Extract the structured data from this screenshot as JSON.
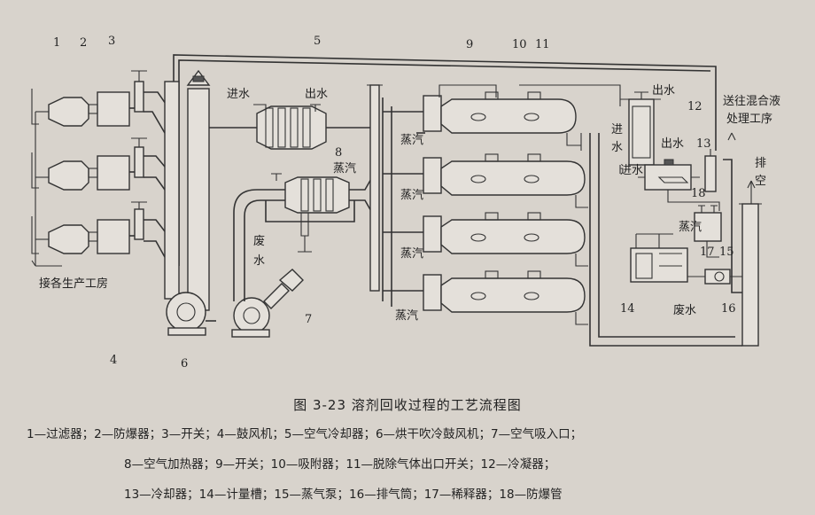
{
  "labels": {
    "n1": "1",
    "n2": "2",
    "n3": "3",
    "n4": "4",
    "n5": "5",
    "n6": "6",
    "n7": "7",
    "n8": "8",
    "n9": "9",
    "n10": "10",
    "n11": "11",
    "n12": "12",
    "n13": "13",
    "n14": "14",
    "n15": "15",
    "n16": "16",
    "n17": "17",
    "n18": "18",
    "water_in": "进水",
    "water_out": "出水",
    "steam": "蒸汽",
    "waste_water_1": "废",
    "waste_water_2": "水",
    "to_mixing_1": "送往混合液",
    "to_mixing_2": "处理工序",
    "vent_1": "排",
    "vent_2": "空",
    "inlet_v1": "进",
    "inlet_v2": "水",
    "waste_water": "废水",
    "workshops": "接各生产工房"
  },
  "caption": "图 3-23   溶剂回收过程的工艺流程图",
  "legend": {
    "line1": "1—过滤器；2—防爆器；3—开关；4—鼓风机；5—空气冷却器；6—烘干吹冷鼓风机；7—空气吸入口；",
    "line2": "8—空气加热器；9—开关；10—吸附器；11—脱除气体出口开关；12—冷凝器；",
    "line3": "13—冷却器；14—计量槽；15—蒸气泵；16—排气筒；17—稀释器；18—防爆管"
  }
}
